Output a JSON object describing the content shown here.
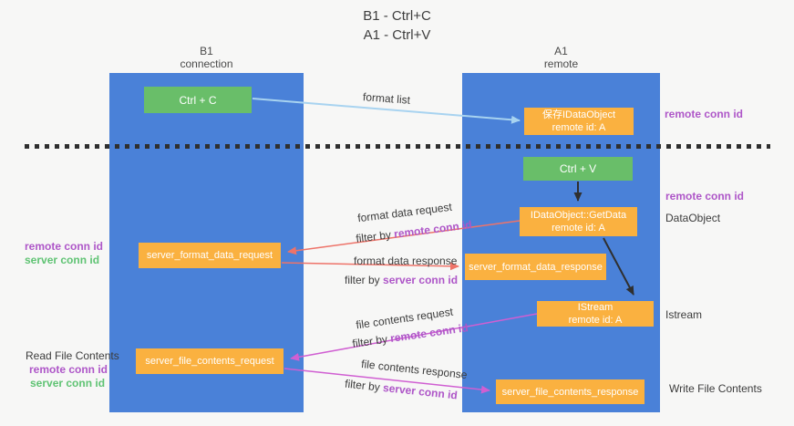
{
  "title": {
    "line1": "B1 - Ctrl+C",
    "line2": "A1 - Ctrl+V"
  },
  "lanes": {
    "b1": {
      "name": "B1",
      "role": "connection"
    },
    "a1": {
      "name": "A1",
      "role": "remote"
    }
  },
  "nodes": {
    "ctrl_c": "Ctrl + C",
    "ctrl_v": "Ctrl + V",
    "save_idataobject_line1": "保存IDataObject",
    "save_idataobject_line2": "remote id: A",
    "getdata_line1": "IDataObject::GetData",
    "getdata_line2": "remote id: A",
    "istream_line1": "IStream",
    "istream_line2": "remote id: A",
    "server_format_data_request": "server_format_data_request",
    "server_format_data_response": "server_format_data_response",
    "server_file_contents_request": "server_file_contents_request",
    "server_file_contents_response": "server_file_contents_response"
  },
  "messages": {
    "format_list": "format list",
    "format_data_request": "format data request",
    "format_data_response": "format data response",
    "file_contents_request": "file contents request",
    "file_contents_response": "file contents response",
    "filter_by": "filter by"
  },
  "keys": {
    "remote_conn_id": "remote conn id",
    "server_conn_id": "server conn id"
  },
  "annotations": {
    "dataobject": "DataObject",
    "istream": "Istream",
    "read_file_contents": "Read File Contents",
    "write_file_contents": "Write File Contents"
  },
  "colors": {
    "lane_blue": "#4a81d8",
    "node_green": "#69be69",
    "node_orange": "#fab140",
    "arrow_light_blue": "#a8d3f0",
    "arrow_red": "#ee7369",
    "arrow_magenta": "#d05fd2",
    "arrow_black": "#2f2f2f",
    "key_purple": "#ae56c8",
    "key_green": "#5fc373",
    "background": "#f7f7f6"
  }
}
